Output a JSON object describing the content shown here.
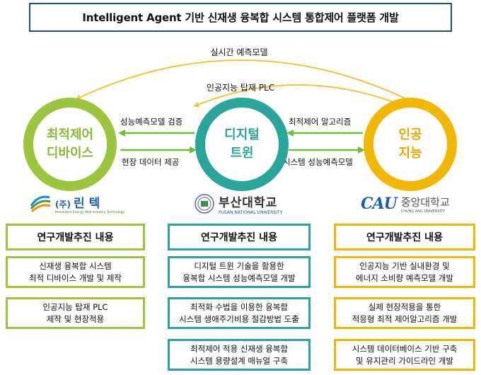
{
  "title": "Intelligent Agent 기반 신재생 융복합 시스템 통합제어 플랫폼 개발",
  "flows": {
    "top_arc": "실시간 예측모델",
    "middle_arc": "인공지능 탑재 PLC",
    "left_upper": "성능예측모델 검증",
    "left_lower": "현장 데이터 제공",
    "right_upper": "최적제어 알고리즘",
    "right_lower": "시스템 성능예측모델"
  },
  "nodes": [
    {
      "line1": "최적제어",
      "line2": "디바이스",
      "color": "#9bc53d"
    },
    {
      "line1": "디지털",
      "line2": "트윈",
      "color": "#2aa59a"
    },
    {
      "line1": "인공",
      "line2": "지능",
      "color": "#f2b705"
    }
  ],
  "logos": {
    "rintek": {
      "prefix": "(주)",
      "name": "린  텍",
      "tagline": "Resolutive Energy  Well-Industry Technology"
    },
    "pusan": {
      "name": "부산대학교",
      "english": "PUSAN NATIONAL UNIVERSITY"
    },
    "chungang": {
      "mark": "CAU",
      "name": "중앙대학교",
      "english": "CHUNG ANG UNIVERSITY"
    }
  },
  "columns": [
    {
      "header": "연구개발추진 내용",
      "color": "#9bc53d",
      "items": [
        {
          "line1": "신재생 융복합 시스템",
          "line2": "최적 디바이스 개발 및 제작"
        },
        {
          "line1": "인공지능 탑재 PLC",
          "line2": "제작 및 현장적용"
        }
      ]
    },
    {
      "header": "연구개발추진 내용",
      "color": "#2aa59a",
      "items": [
        {
          "line1": "디지털 트윈 기술을 활용한",
          "line2": "융복합 시스템 성능예측모델 개발"
        },
        {
          "line1": "최적화 수법을 이용한 융복합",
          "line2": "시스템 생애주기비용 절감방법 도출"
        },
        {
          "line1": "최적제어 적용 신재생 융복합",
          "line2": "시스템 용량설계 매뉴얼 구축"
        }
      ]
    },
    {
      "header": "연구개발추진 내용",
      "color": "#f2b705",
      "items": [
        {
          "line1": "인공지능 기반 실내환경 및",
          "line2": "에너지 소비량 예측모델 개발"
        },
        {
          "line1": "실제 현장적용을 통한",
          "line2": "적응형 최적 제어알고리즘 개발"
        },
        {
          "line1": "시스템 데이터베이스 기반 구축",
          "line2": "및 유지관리 가이드라인 개발"
        }
      ]
    }
  ]
}
